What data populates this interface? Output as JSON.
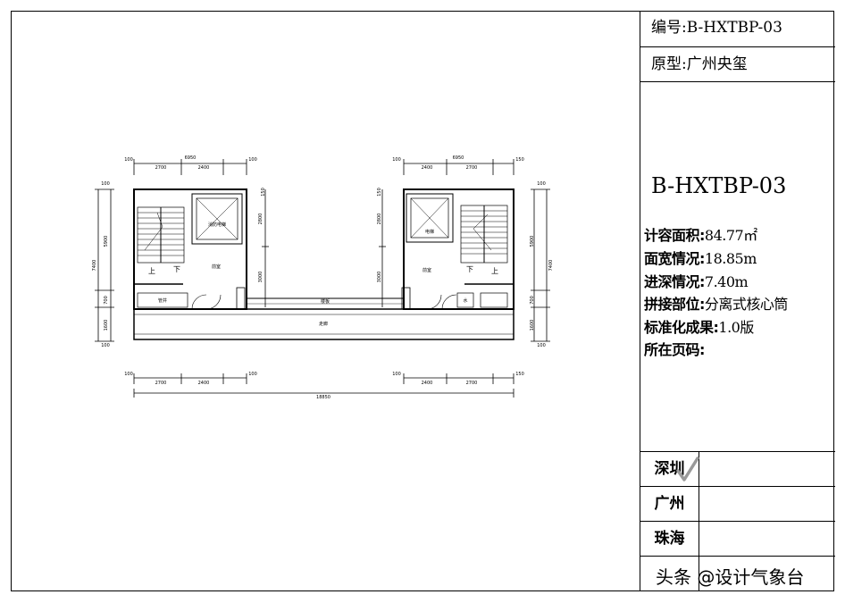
{
  "panel": {
    "code_label": "编号:B-HXTBP-03",
    "prototype_label": "原型:广州央玺",
    "big_code": "B-HXTBP-03",
    "specs": [
      {
        "key": "计容面积:",
        "value": "84.77㎡"
      },
      {
        "key": "面宽情况:",
        "value": "18.85m"
      },
      {
        "key": "进深情况:",
        "value": "7.40m"
      },
      {
        "key": "拼接部位:",
        "value": "分离式核心筒"
      },
      {
        "key": "标准化成果:",
        "value": "1.0版"
      },
      {
        "key": "所在页码:",
        "value": ""
      }
    ],
    "cities": [
      "深圳",
      "广州",
      "珠海",
      ""
    ]
  },
  "plan": {
    "top_dims_left": [
      "100",
      "6950",
      "2700",
      "2400",
      "100"
    ],
    "top_dims_right": [
      "100",
      "6950",
      "2400",
      "2700",
      "150"
    ],
    "bottom_dims_left": [
      "100",
      "2700",
      "2400",
      "100"
    ],
    "bottom_dims_right": [
      "100",
      "2400",
      "2700",
      "150"
    ],
    "total_width": "18850",
    "side_dims_left": [
      "100",
      "5900",
      "700",
      "1600",
      "100"
    ],
    "side_total_left": "7400",
    "side_dims_right": [
      "100",
      "5900",
      "700",
      "1600",
      "100"
    ],
    "side_total_right": "7400",
    "inner_dims": [
      "150",
      "2800",
      "3000",
      "150",
      "2800",
      "3000"
    ],
    "labels": {
      "up_left": "上",
      "down_left": "下",
      "up_right": "上",
      "down_right": "下",
      "corridor": "走廊",
      "slab": "楼板",
      "elevator_left": "消防电梯",
      "elevator_right": "电梯",
      "front_left": "前室",
      "front_right": "前室",
      "shaft_left": "管井",
      "shaft_right": "水"
    }
  },
  "watermark": "头条 @设计气象台"
}
